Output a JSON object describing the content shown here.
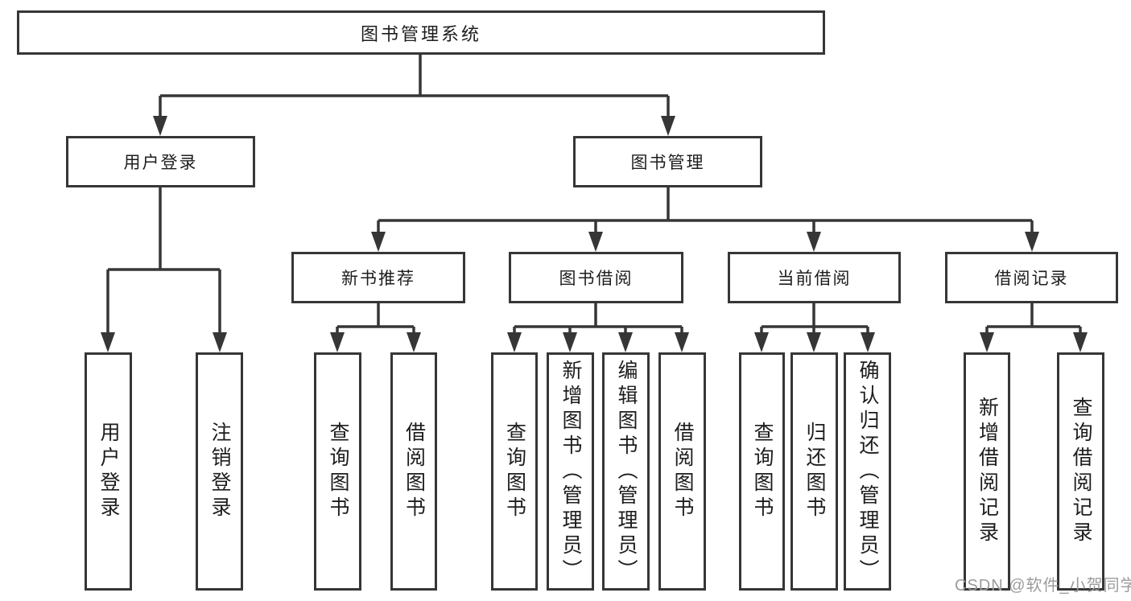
{
  "tree": {
    "label": "图书管理系统",
    "children": [
      {
        "label": "用户登录",
        "children": [
          {
            "label": "用户登录"
          },
          {
            "label": "注销登录"
          }
        ]
      },
      {
        "label": "图书管理",
        "children": [
          {
            "label": "新书推荐",
            "children": [
              {
                "label": "查询图书"
              },
              {
                "label": "借阅图书"
              }
            ]
          },
          {
            "label": "图书借阅",
            "children": [
              {
                "label": "查询图书"
              },
              {
                "label": "新增图书（管理员）"
              },
              {
                "label": "编辑图书（管理员）"
              },
              {
                "label": "借阅图书"
              }
            ]
          },
          {
            "label": "当前借阅",
            "children": [
              {
                "label": "查询图书"
              },
              {
                "label": "归还图书"
              },
              {
                "label": "确认归还（管理员）"
              }
            ]
          },
          {
            "label": "借阅记录",
            "children": [
              {
                "label": "新增借阅记录"
              },
              {
                "label": "查询借阅记录"
              }
            ]
          }
        ]
      }
    ]
  },
  "watermark": {
    "text": "CSDN @软件_小贺同学"
  },
  "colors": {
    "line": "#363636",
    "box_border": "#363636",
    "text": "#1d1d1d",
    "watermark": "#9c9c9c",
    "background": "#ffffff"
  }
}
